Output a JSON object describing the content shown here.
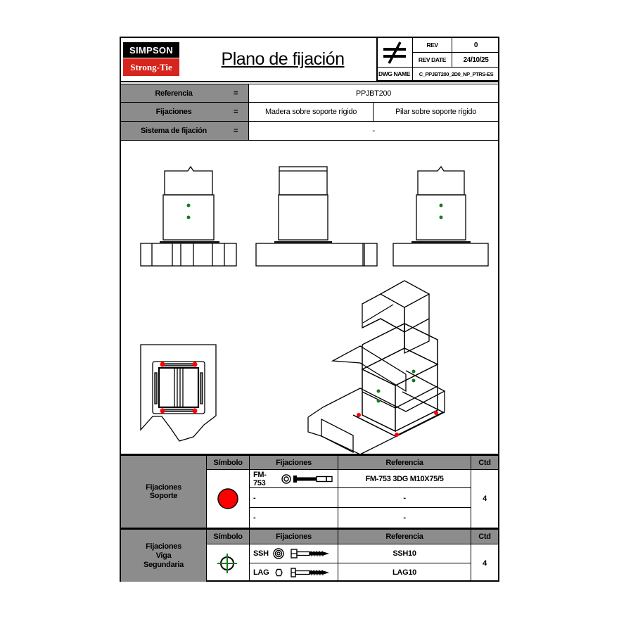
{
  "header": {
    "logo": {
      "top": "SIMPSON",
      "bottom": "Strong-Tie"
    },
    "title": "Plano de fijación",
    "rev_label": "REV",
    "rev_value": "0",
    "rev_date_label": "REV DATE",
    "rev_date_value": "24/10/25",
    "dwg_name_label": "DWG NAME",
    "dwg_name_value": "C_PPJBT200_2D0_NP_PTRS-ES",
    "symbol": "not-equal-icon"
  },
  "info": {
    "rows": [
      {
        "label": "Referencia",
        "eq": "=",
        "values": [
          "PPJBT200"
        ]
      },
      {
        "label": "Fijaciones",
        "eq": "=",
        "values": [
          "Madera sobre soporte rígido",
          "Pilar sobre soporte rígido"
        ]
      },
      {
        "label": "Sistema de fijación",
        "eq": "=",
        "values": [
          "-"
        ]
      }
    ]
  },
  "drawings": {
    "views": [
      "front-view-left",
      "side-view",
      "front-view-right",
      "plan-view",
      "isometric-view"
    ]
  },
  "soporte": {
    "group_label_1": "Fijaciones",
    "group_label_2": "Soporte",
    "headers": {
      "symbol": "Símbolo",
      "fixings": "Fijaciones",
      "reference": "Referencia",
      "qty": "Ctd"
    },
    "symbol": "red-dot-icon",
    "rows": [
      {
        "fixing": "FM-753",
        "reference": "FM-753 3DG M10X75/5"
      },
      {
        "fixing": "-",
        "reference": "-"
      },
      {
        "fixing": "-",
        "reference": "-"
      }
    ],
    "qty": "4"
  },
  "viga": {
    "group_label_1": "Fijaciones",
    "group_label_2": "Viga",
    "group_label_3": "Segundaria",
    "headers": {
      "symbol": "Símbolo",
      "fixings": "Fijaciones",
      "reference": "Referencia",
      "qty": "Ctd"
    },
    "symbol": "crosshair-icon",
    "rows": [
      {
        "fixing": "SSH",
        "reference": "SSH10"
      },
      {
        "fixing": "LAG",
        "reference": "LAG10"
      }
    ],
    "qty": "4"
  },
  "colors": {
    "gray": "#8c8c8c",
    "red": "#ff0000",
    "green": "#1a7a1a",
    "brand_red": "#d6251c"
  }
}
